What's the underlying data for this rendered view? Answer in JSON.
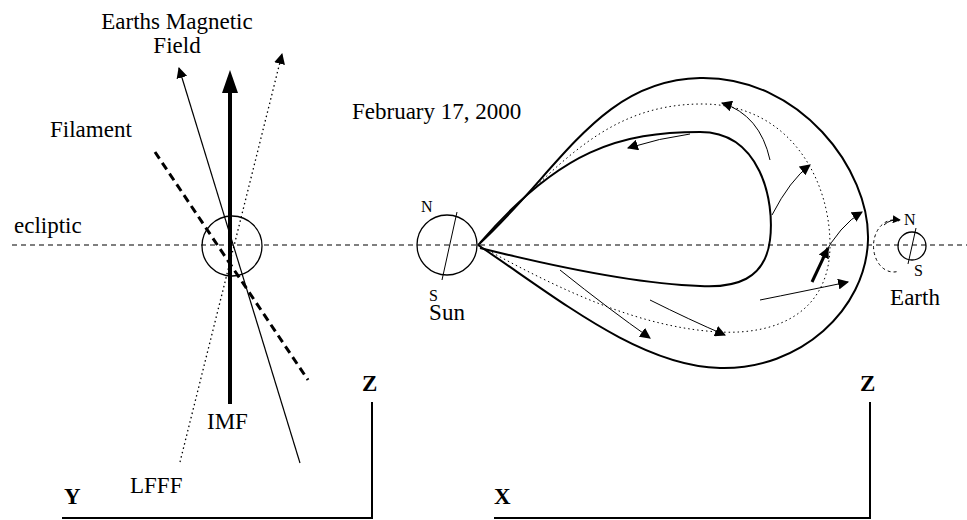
{
  "diagram": {
    "nodes": [
      {
        "text": [
          "N",
          "S",
          "Sun"
        ]
      },
      {
        "text": [
          "N",
          "S",
          "Earth"
        ]
      }
    ],
    "labels": [
      "Earths Magnetic Field",
      "Filament",
      "ecliptic",
      "February 17, 2000",
      "IMF",
      "LFFF",
      "Z",
      "Y",
      "Z",
      "X"
    ]
  }
}
